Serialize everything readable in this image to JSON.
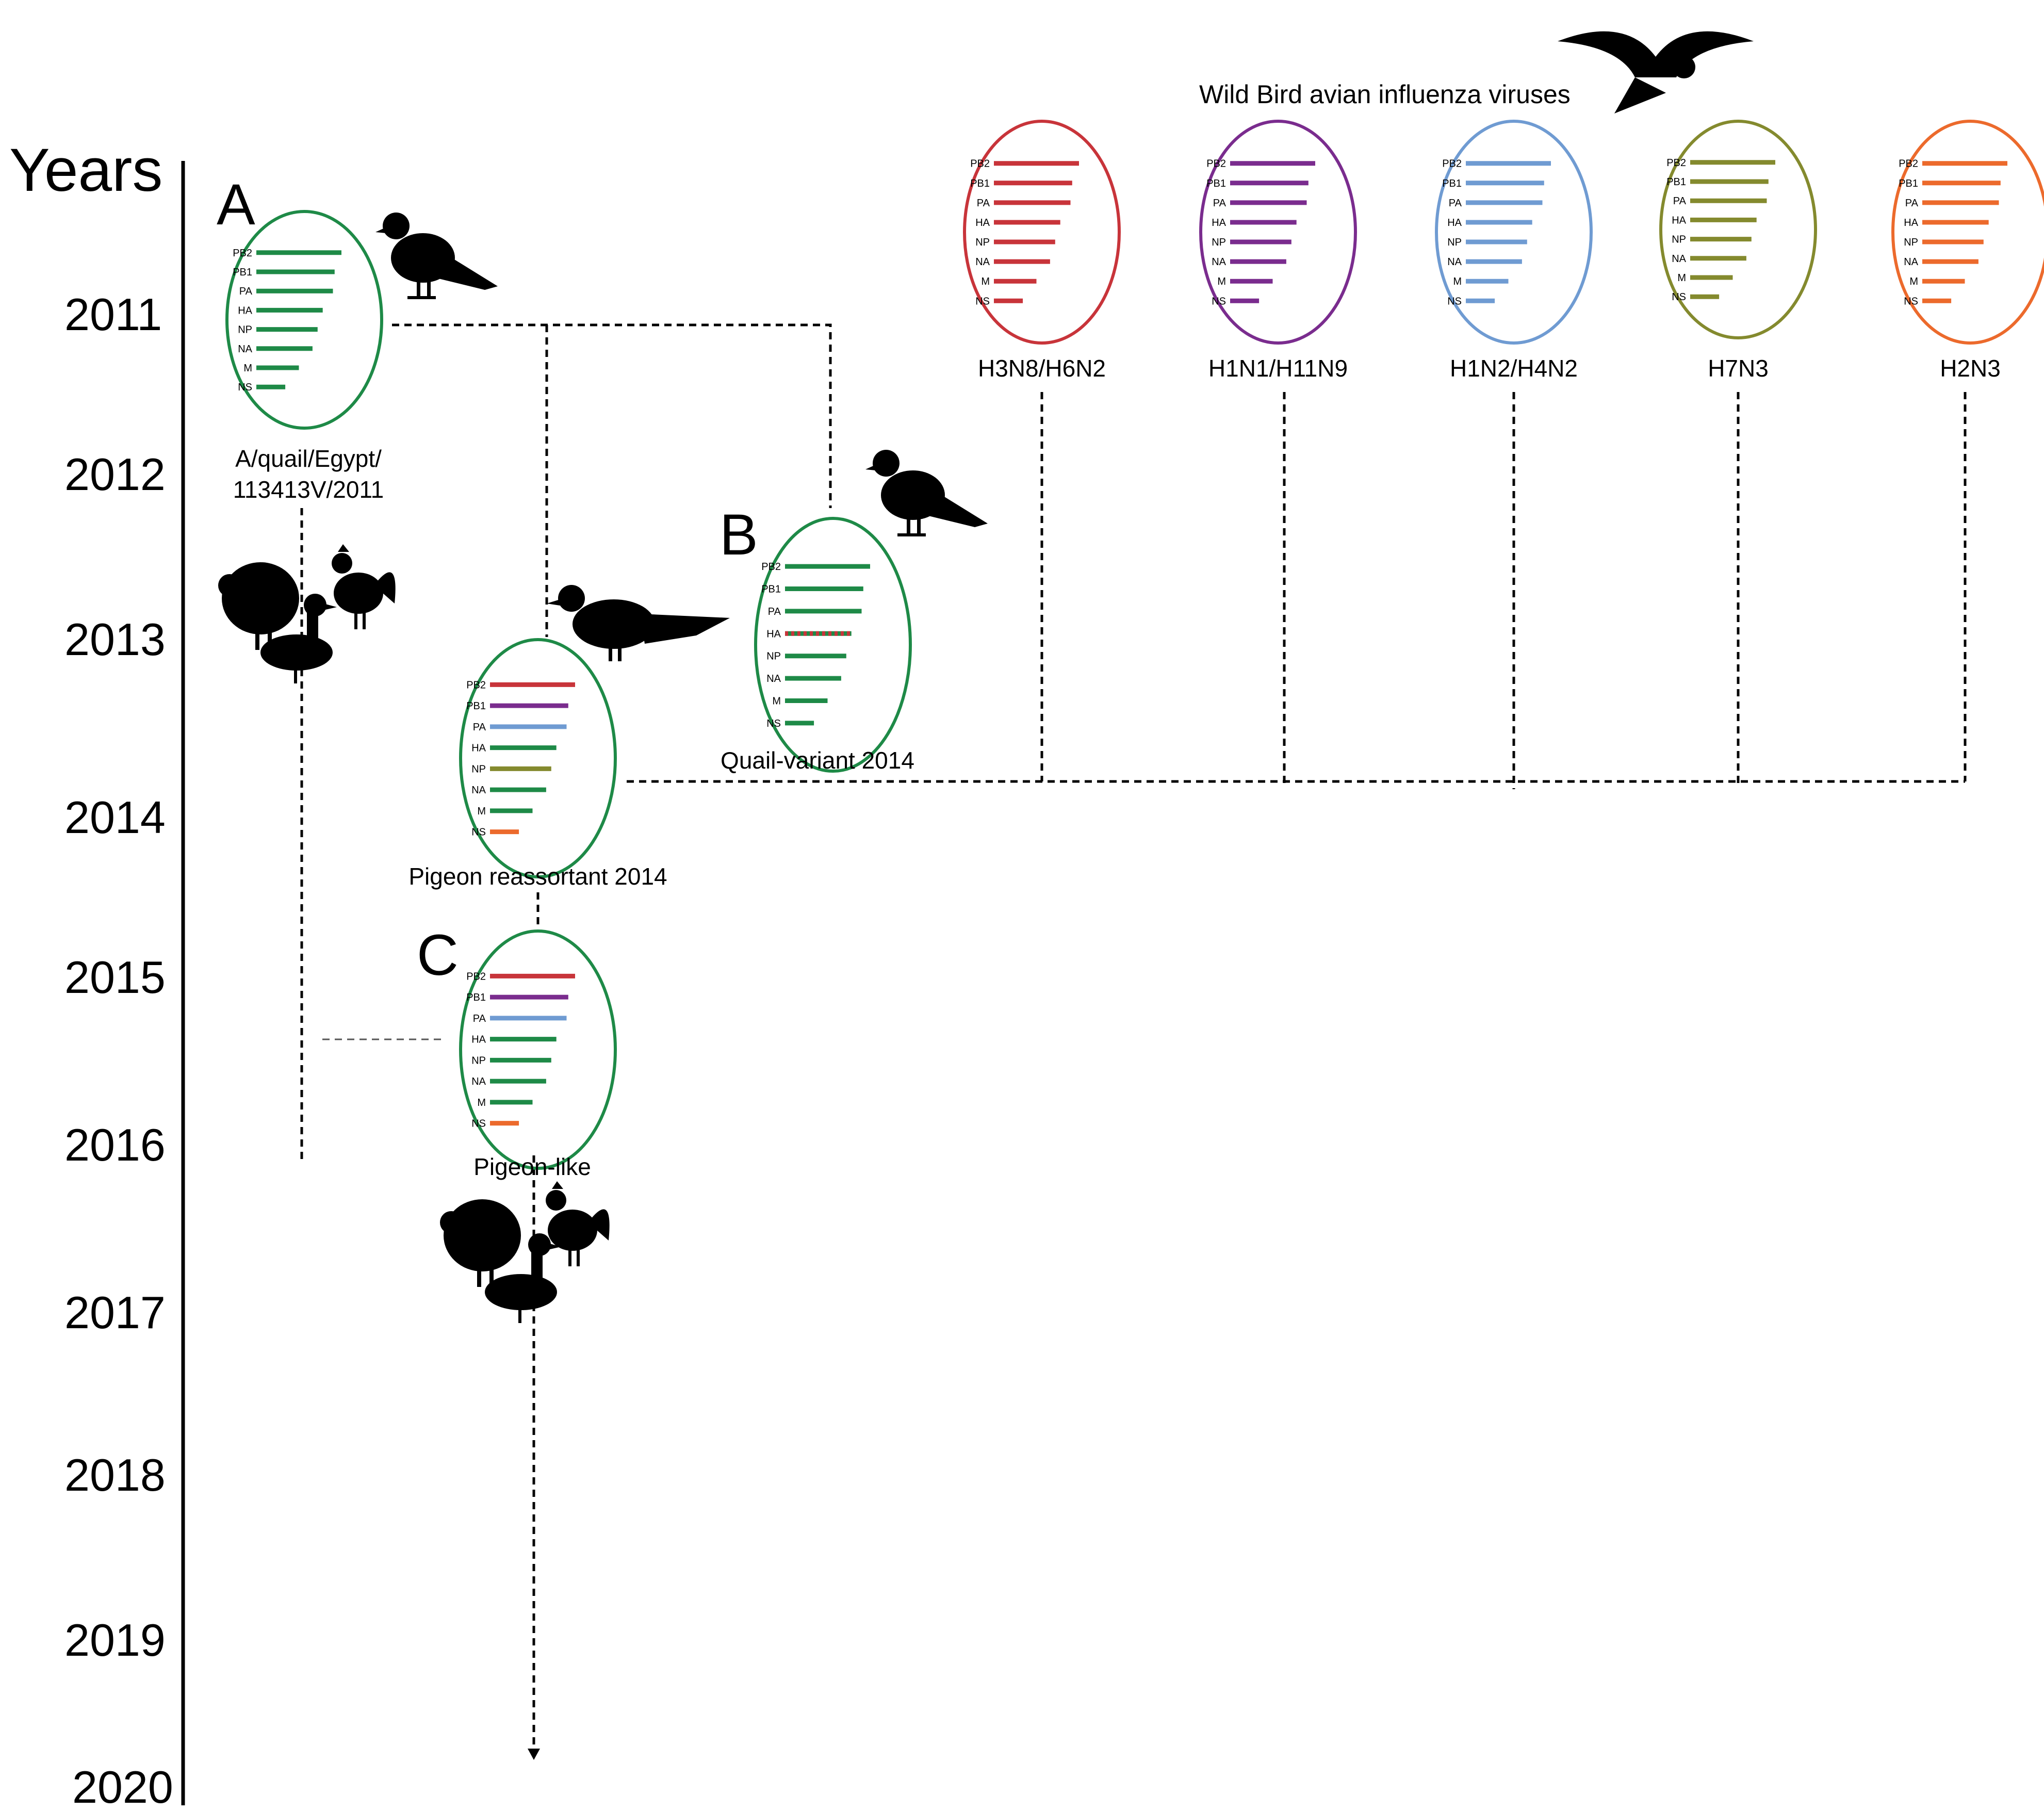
{
  "axis": {
    "title": "Years",
    "years": [
      "2011",
      "2012",
      "2013",
      "2014",
      "2015",
      "2016",
      "2017",
      "2018",
      "2019",
      "2020"
    ]
  },
  "panels": {
    "A": "A",
    "B": "B",
    "C": "C"
  },
  "header": "Wild Bird avian influenza viruses",
  "colors": {
    "green": "#1e8a47",
    "red": "#c8343a",
    "purple": "#7a2c8e",
    "blue": "#6f9bd2",
    "olive": "#848a2e",
    "orange": "#ec6a2c"
  },
  "segment_labels": [
    "PB2",
    "PB1",
    "PA",
    "HA",
    "NP",
    "NA",
    "M",
    "NS"
  ],
  "viruses": [
    {
      "id": "quail2011",
      "name_lines": [
        "A/quail/Egypt/",
        "113413V/2011"
      ],
      "segments": [
        "green",
        "green",
        "green",
        "green",
        "green",
        "green",
        "green",
        "green"
      ]
    },
    {
      "id": "pigeon2014",
      "name_lines": [
        "Pigeon reassortant 2014"
      ],
      "segments": [
        "red",
        "purple",
        "blue",
        "green",
        "olive",
        "green",
        "green",
        "orange"
      ]
    },
    {
      "id": "quail2014",
      "name_lines": [
        "Quail-variant 2014"
      ],
      "segments": [
        "green",
        "green",
        "green",
        "green",
        "green",
        "green",
        "green",
        "green"
      ],
      "ha_style": "dashed-red"
    },
    {
      "id": "pigeonlike",
      "name_lines": [
        "Pigeon-like"
      ],
      "segments": [
        "red",
        "purple",
        "blue",
        "green",
        "green",
        "green",
        "green",
        "orange"
      ]
    },
    {
      "id": "h3n8",
      "name_lines": [
        "H3N8/H6N2"
      ],
      "segments": [
        "red",
        "red",
        "red",
        "red",
        "red",
        "red",
        "red",
        "red"
      ]
    },
    {
      "id": "h1n1",
      "name_lines": [
        "H1N1/H11N9"
      ],
      "segments": [
        "purple",
        "purple",
        "purple",
        "purple",
        "purple",
        "purple",
        "purple",
        "purple"
      ]
    },
    {
      "id": "h1n2",
      "name_lines": [
        "H1N2/H4N2"
      ],
      "segments": [
        "blue",
        "blue",
        "blue",
        "blue",
        "blue",
        "blue",
        "blue",
        "blue"
      ]
    },
    {
      "id": "h7n3",
      "name_lines": [
        "H7N3"
      ],
      "segments": [
        "olive",
        "olive",
        "olive",
        "olive",
        "olive",
        "olive",
        "olive",
        "olive"
      ]
    },
    {
      "id": "h2n3",
      "name_lines": [
        "H2N3"
      ],
      "segments": [
        "orange",
        "orange",
        "orange",
        "orange",
        "orange",
        "orange",
        "orange",
        "orange"
      ]
    }
  ]
}
